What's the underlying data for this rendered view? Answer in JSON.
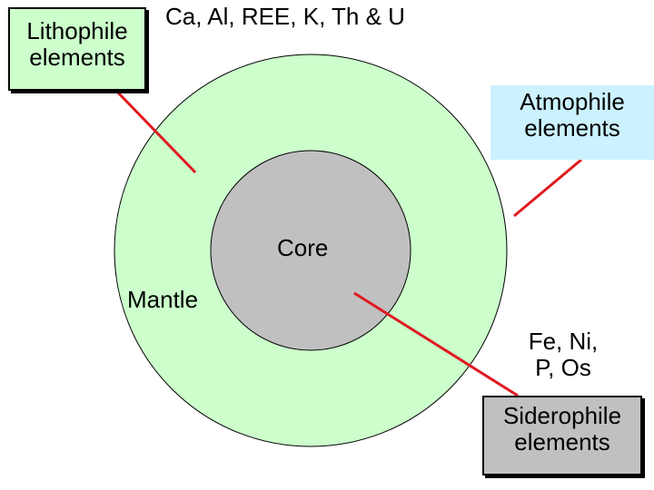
{
  "colors": {
    "background": "#ffffff",
    "mantle_fill": "#ccffcc",
    "core_fill": "#c0c0c0",
    "outline": "#000000",
    "connector": "#e0191f",
    "lithophile_box": "#ccffcc",
    "atmophile_box": "#ccf2ff",
    "siderophile_box": "#c0c0c0"
  },
  "lithophile": {
    "line1": "Lithophile",
    "line2": "elements",
    "example_elements": "Ca, Al, REE, K, Th & U"
  },
  "atmophile": {
    "line1": "Atmophile",
    "line2": "elements"
  },
  "siderophile": {
    "line1": "Siderophile",
    "line2": "elements",
    "example_line1": "Fe, Ni,",
    "example_line2": "P, Os"
  },
  "layers": {
    "core": "Core",
    "mantle": "Mantle"
  }
}
